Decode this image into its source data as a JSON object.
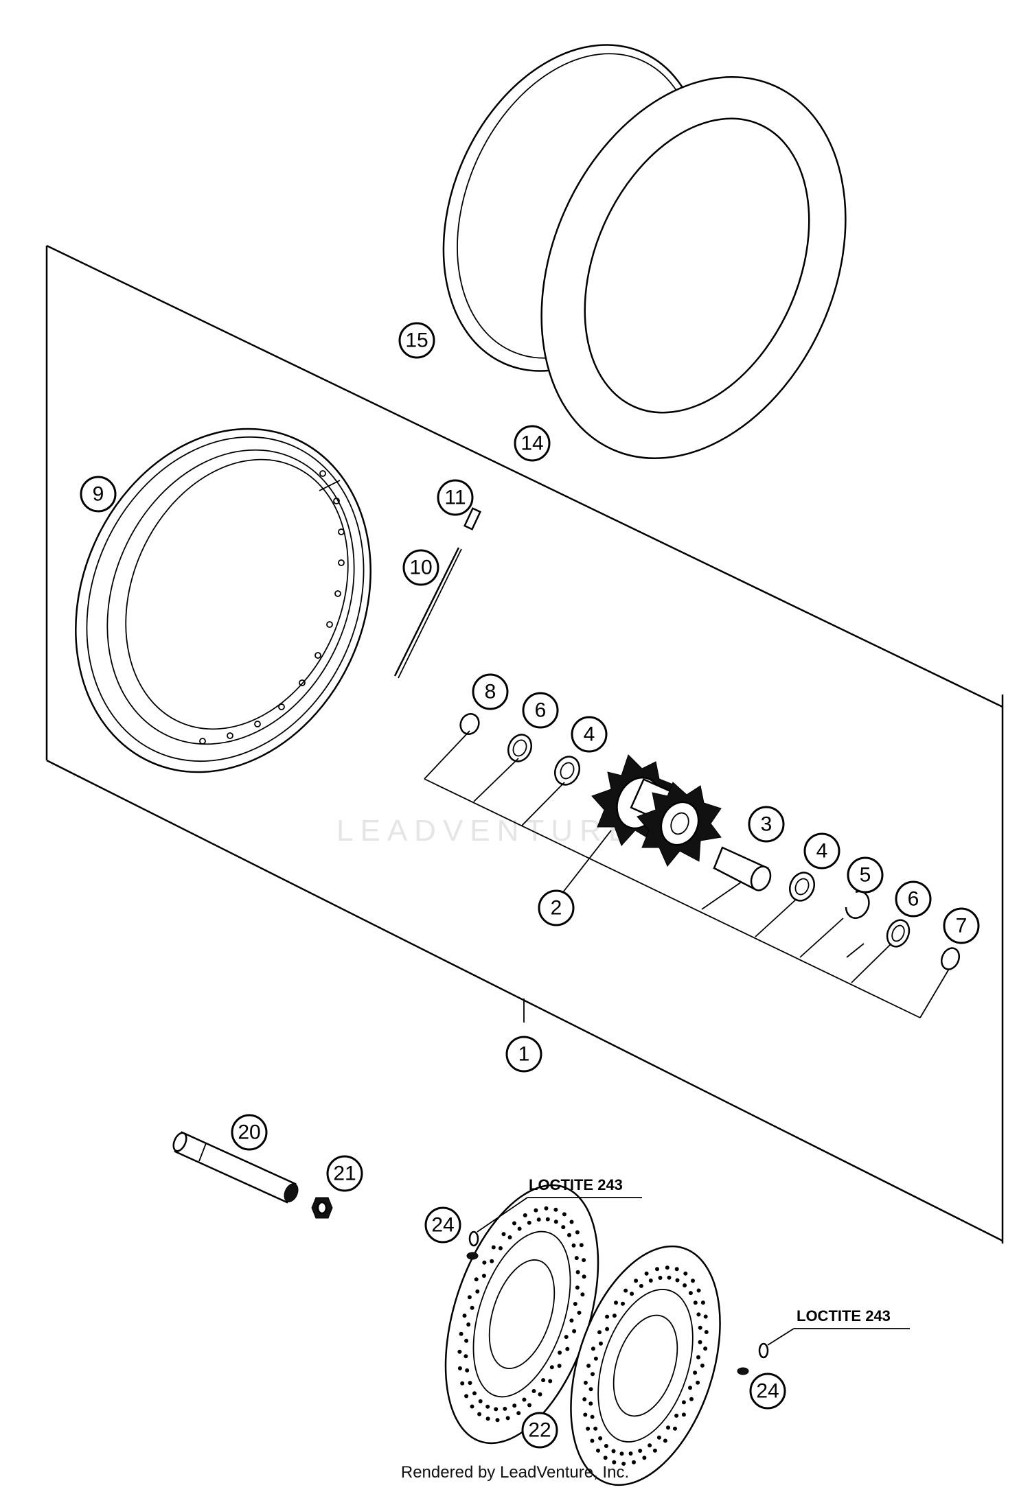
{
  "callouts": {
    "c1": "1",
    "c2": "2",
    "c3": "3",
    "c4a": "4",
    "c4b": "4",
    "c5": "5",
    "c6a": "6",
    "c6b": "6",
    "c7": "7",
    "c8": "8",
    "c9": "9",
    "c10": "10",
    "c11": "11",
    "c14": "14",
    "c15": "15",
    "c20": "20",
    "c21": "21",
    "c22": "22",
    "c24a": "24",
    "c24b": "24"
  },
  "notes": {
    "loctite_left": "LOCTITE 243",
    "loctite_right": "LOCTITE 243"
  },
  "watermark": "LEADVENTURE",
  "footer": "Rendered by LeadVenture, Inc."
}
